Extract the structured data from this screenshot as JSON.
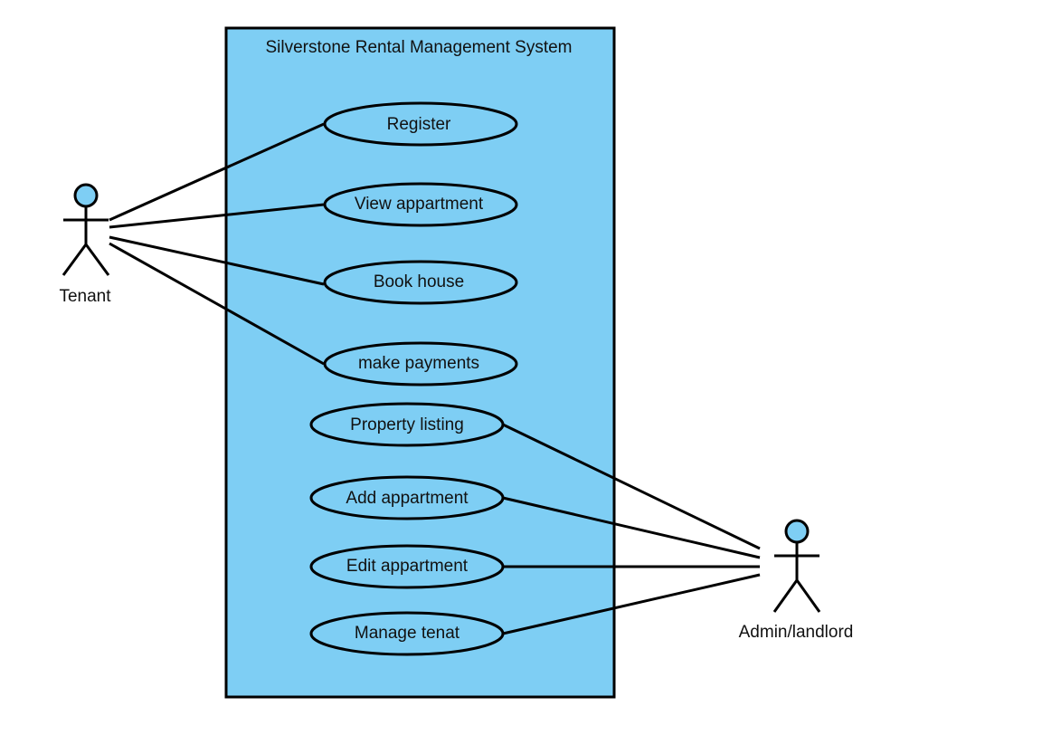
{
  "diagram": {
    "system_title": "Silverstone Rental Management System",
    "actors": [
      {
        "id": "tenant",
        "label": "Tenant"
      },
      {
        "id": "admin",
        "label": "Admin/landlord"
      }
    ],
    "use_cases": [
      {
        "id": "register",
        "label": "Register",
        "actor": "tenant"
      },
      {
        "id": "view-appartment",
        "label": "View appartment",
        "actor": "tenant"
      },
      {
        "id": "book-house",
        "label": "Book house",
        "actor": "tenant"
      },
      {
        "id": "make-payments",
        "label": "make payments",
        "actor": "tenant"
      },
      {
        "id": "property-listing",
        "label": "Property listing",
        "actor": "admin"
      },
      {
        "id": "add-appartment",
        "label": "Add appartment",
        "actor": "admin"
      },
      {
        "id": "edit-appartment",
        "label": "Edit appartment",
        "actor": "admin"
      },
      {
        "id": "manage-tenat",
        "label": "Manage tenat",
        "actor": "admin"
      }
    ],
    "colors": {
      "boundary_fill": "#7ecef4",
      "use_case_fill": "#7ecef4",
      "actor_head_fill": "#7ecef4",
      "stroke": "#000000"
    }
  }
}
